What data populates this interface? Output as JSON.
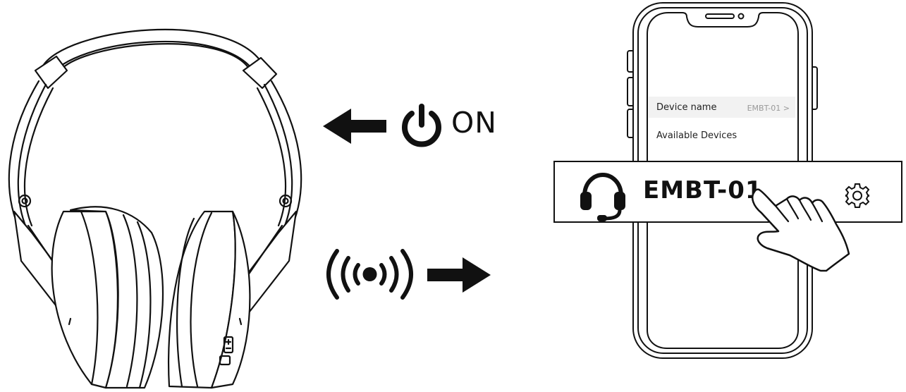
{
  "power": {
    "label": "ON",
    "icon": "power-icon"
  },
  "phone": {
    "device_name_label": "Device name",
    "device_name_value": "EMBT-01 >",
    "available_devices_label": "Available Devices"
  },
  "pairing_item": {
    "name": "EMBT-01",
    "icon": "headset-icon",
    "settings_icon": "gear-icon"
  },
  "bluetooth_signal": {
    "icon": "wireless-signal-icon"
  },
  "colors": {
    "line": "#111111",
    "background": "#ffffff",
    "muted": "#999999"
  }
}
